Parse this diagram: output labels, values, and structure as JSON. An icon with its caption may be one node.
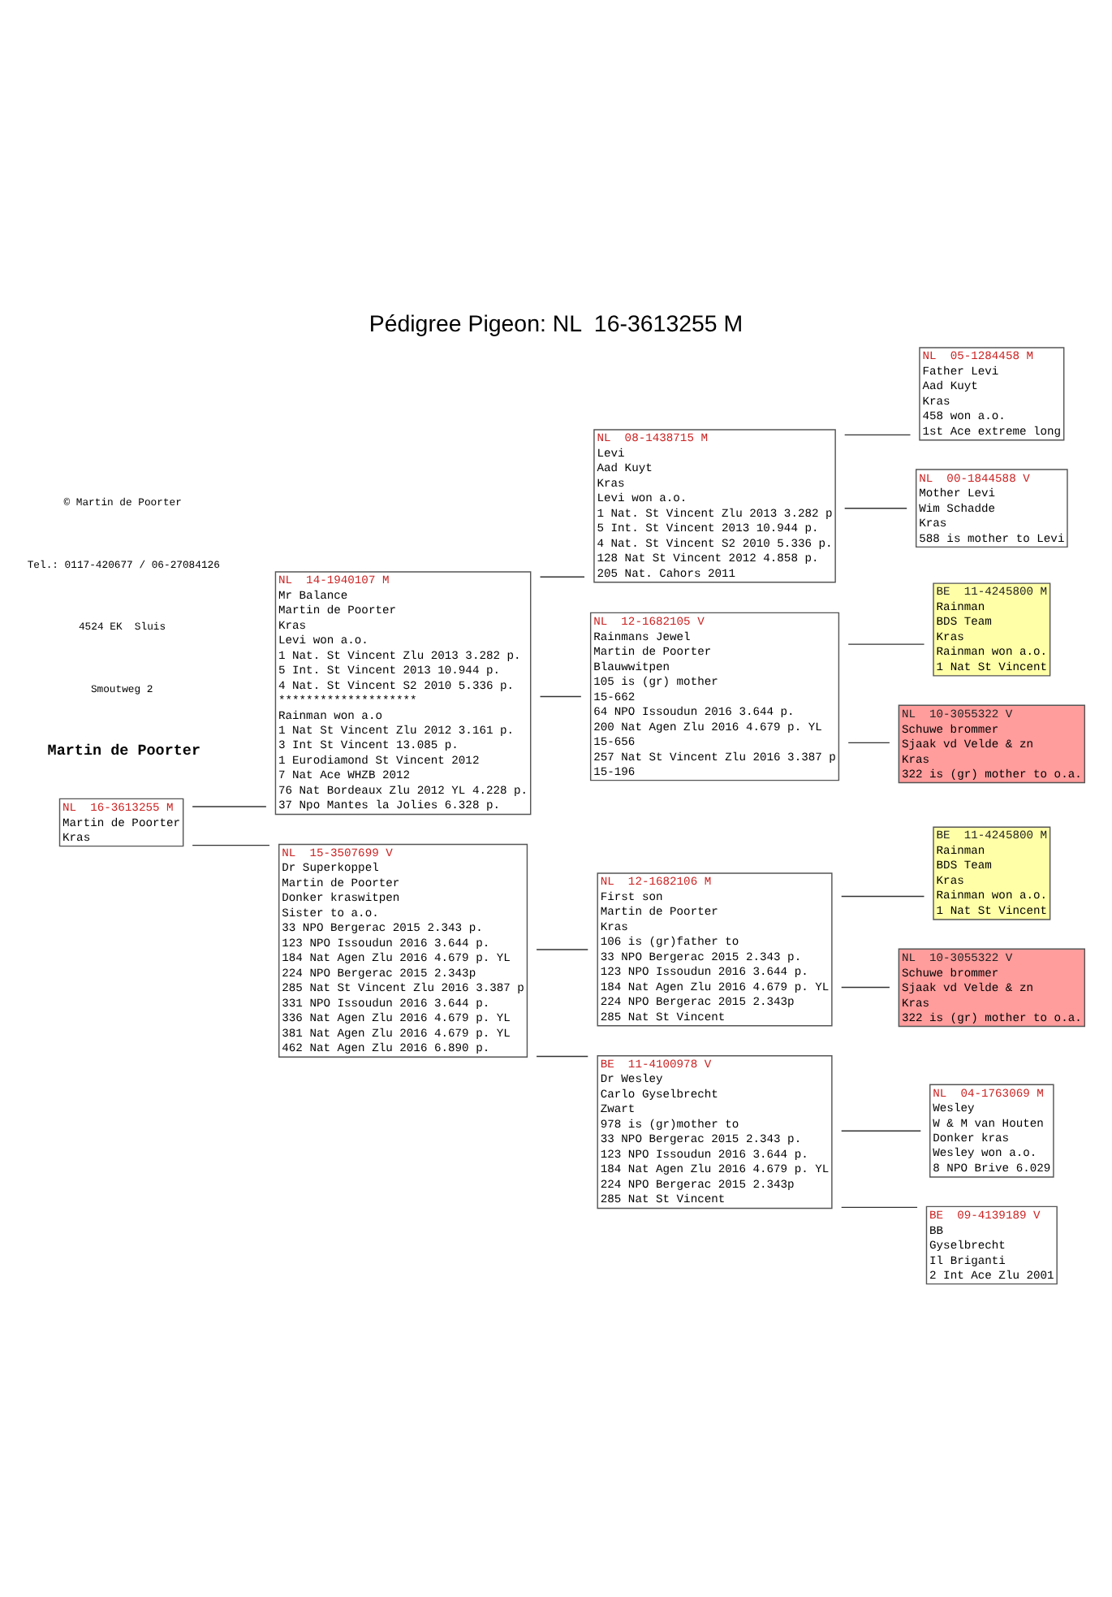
{
  "diagram": {
    "title": "Pédigree Pigeon: NL  16-3613255 M",
    "nodes": [
      {
        "text": [
          "NL  16-3613255 M",
          "Martin de Poorter",
          "Kras"
        ]
      },
      {
        "text": [
          "NL  14-1940107 M",
          "Mr Balance",
          "Martin de Poorter",
          "Kras",
          "Levi won a.o.",
          "1 Nat. St Vincent Zlu 2013 3.282 p.",
          "5 Int. St Vincent 2013 10.944 p.",
          "4 Nat. St Vincent S2 2010 5.336 p.",
          "********************",
          "Rainman won a.o",
          "1 Nat St Vincent Zlu 2012 3.161 p.",
          "3 Int St Vincent 13.085 p.",
          "1 Eurodiamond St Vincent 2012",
          "7 Nat Ace WHZB 2012",
          "76 Nat Bordeaux Zlu 2012 YL 4.228 p.",
          "37 Npo Mantes la Jolies 6.328 p."
        ]
      },
      {
        "text": [
          "NL  08-1438715 M",
          "Levi",
          "Aad Kuyt",
          "Kras",
          "Levi won a.o.",
          "1 Nat. St Vincent Zlu 2013 3.282 p",
          "5 Int. St Vincent 2013 10.944 p.",
          "4 Nat. St Vincent S2 2010 5.336 p.",
          "128 Nat St Vincent 2012 4.858 p.",
          "205 Nat. Cahors 2011"
        ]
      },
      {
        "text": [
          "NL  05-1284458 M",
          "Father Levi",
          "Aad Kuyt",
          "Kras",
          "458 won a.o.",
          "1st Ace extreme long"
        ]
      },
      {
        "text": [
          "NL  00-1844588 V",
          "Mother Levi",
          "Wim Schadde",
          "Kras",
          "588 is mother to Levi"
        ]
      },
      {
        "text": [
          "NL  12-1682105 V",
          "Rainmans Jewel",
          "Martin de Poorter",
          "Blauwwitpen",
          "105 is (gr) mother",
          "15-662",
          "64 NPO Issoudun 2016 3.644 p.",
          "200 Nat Agen Zlu 2016 4.679 p. YL",
          "15-656",
          "257 Nat St Vincent Zlu 2016 3.387 p",
          "15-196"
        ]
      },
      {
        "text": [
          "BE  11-4245800 M",
          "Rainman",
          "BDS Team",
          "Kras",
          "Rainman won a.o.",
          "1 Nat St Vincent"
        ]
      },
      {
        "text": [
          "NL  10-3055322 V",
          "Schuwe brommer",
          "Sjaak vd Velde & zn",
          "Kras",
          "322 is (gr) mother to o.a."
        ]
      },
      {
        "text": [
          "NL  15-3507699 V",
          "Dr Superkoppel",
          "Martin de Poorter",
          "Donker kraswitpen",
          "Sister to a.o.",
          "33 NPO Bergerac 2015 2.343 p.",
          "123 NPO Issoudun 2016 3.644 p.",
          "184 Nat Agen Zlu 2016 4.679 p. YL",
          "224 NPO Bergerac 2015 2.343p",
          "285 Nat St Vincent Zlu 2016 3.387 p",
          "331 NPO Issoudun 2016 3.644 p.",
          "336 Nat Agen Zlu 2016 4.679 p. YL",
          "381 Nat Agen Zlu 2016 4.679 p. YL",
          "462 Nat Agen Zlu 2016 6.890 p."
        ]
      },
      {
        "text": [
          "NL  12-1682106 M",
          "First son",
          "Martin de Poorter",
          "Kras",
          "106 is (gr)father to",
          "33 NPO Bergerac 2015 2.343 p.",
          "123 NPO Issoudun 2016 3.644 p.",
          "184 Nat Agen Zlu 2016 4.679 p. YL",
          "224 NPO Bergerac 2015 2.343p",
          "285 Nat St Vincent"
        ]
      },
      {
        "text": [
          "BE  11-4245800 M",
          "Rainman",
          "BDS Team",
          "Kras",
          "Rainman won a.o.",
          "1 Nat St Vincent"
        ]
      },
      {
        "text": [
          "NL  10-3055322 V",
          "Schuwe brommer",
          "Sjaak vd Velde & zn",
          "Kras",
          "322 is (gr) mother to o.a."
        ]
      },
      {
        "text": [
          "BE  11-4100978 V",
          "Dr Wesley",
          "Carlo Gyselbrecht",
          "Zwart",
          "978 is (gr)mother to",
          "33 NPO Bergerac 2015 2.343 p.",
          "123 NPO Issoudun 2016 3.644 p.",
          "184 Nat Agen Zlu 2016 4.679 p. YL",
          "224 NPO Bergerac 2015 2.343p",
          "285 Nat St Vincent"
        ]
      },
      {
        "text": [
          "NL  04-1763069 M",
          "Wesley",
          "W & M van Houten",
          "Donker kras",
          "Wesley won a.o.",
          "8 NPO Brive 6.029"
        ]
      },
      {
        "text": [
          "BE  09-4139189 V",
          "BB",
          "Gyselbrecht",
          "Il Briganti",
          "2 Int Ace Zlu 2001"
        ]
      }
    ],
    "edges": [
      {
        "from": 0,
        "to": 1,
        "arrow": "none"
      },
      {
        "from": 1,
        "to": 2,
        "arrow": "none"
      },
      {
        "from": 2,
        "to": 3,
        "arrow": "none"
      },
      {
        "from": 2,
        "to": 4,
        "arrow": "none"
      },
      {
        "from": 1,
        "to": 5,
        "arrow": "none"
      },
      {
        "from": 5,
        "to": 6,
        "arrow": "none"
      },
      {
        "from": 5,
        "to": 7,
        "arrow": "none"
      },
      {
        "from": 0,
        "to": 8,
        "arrow": "none"
      },
      {
        "from": 8,
        "to": 9,
        "arrow": "none"
      },
      {
        "from": 9,
        "to": 10,
        "arrow": "none"
      },
      {
        "from": 9,
        "to": 11,
        "arrow": "none"
      },
      {
        "from": 8,
        "to": 12,
        "arrow": "none"
      },
      {
        "from": 12,
        "to": 13,
        "arrow": "none"
      },
      {
        "from": 12,
        "to": 14,
        "arrow": "none"
      }
    ],
    "labels": [
      "Martin de Poorter",
      "Smoutweg 2",
      "4524 EK  Sluis",
      "Tel.: 0117-420677 / 06-27084126",
      "© Martin de Poorter"
    ]
  }
}
